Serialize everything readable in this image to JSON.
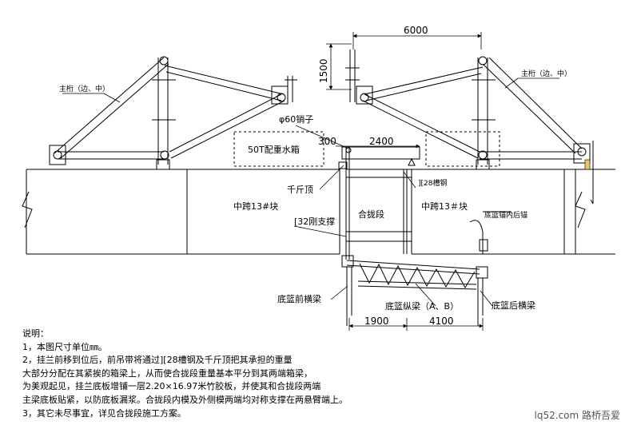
{
  "labels": {
    "main_truss_left": "主桁（边、中）",
    "main_truss_right": "主桁（边、中）",
    "pin": "φ60销子",
    "water_tank": "50T配重水箱",
    "jack": "千斤顶",
    "channel_28": "][28槽钢",
    "mid_span_left": "中跨13#块",
    "mid_span_right": "中跨13＃块",
    "closure": "合拢段",
    "brace_32": "[32刚支撑",
    "bottom_anchor": "底篮锚内后锚",
    "front_beam": "底篮前横梁",
    "long_beam": "底篮纵梁（A、B）",
    "rear_beam": "底篮后横梁"
  },
  "dimensions": {
    "d6000": "6000",
    "d1500": "1500",
    "d300": "300",
    "d2400": "2400",
    "d1900": "1900",
    "d4100": "4100"
  },
  "notes": {
    "title": "说明：",
    "lines": [
      "1，本图尺寸单位㎜。",
      "2，挂兰前移到位后，前吊带将通过][28槽钢及千斤顶把其承担的重量",
      "大部分分配在其紧挨的箱梁上，从而使合拢段重量基本平分到其两端箱梁，",
      "为美观起见，挂兰底板增铺一层2.20×16.97米竹胶板，并使其和合拢段两端",
      "主梁底板贴紧，以防底板漏浆。合拢段内模及外侧模两端均对称支撑在两悬臂端上。",
      "3，其它未尽事宜，详见合拢段施工方案。"
    ]
  },
  "watermark": "lq52.com 路桥吾爱",
  "colors": {
    "line": "#000000",
    "accent": "#e8c86a"
  }
}
